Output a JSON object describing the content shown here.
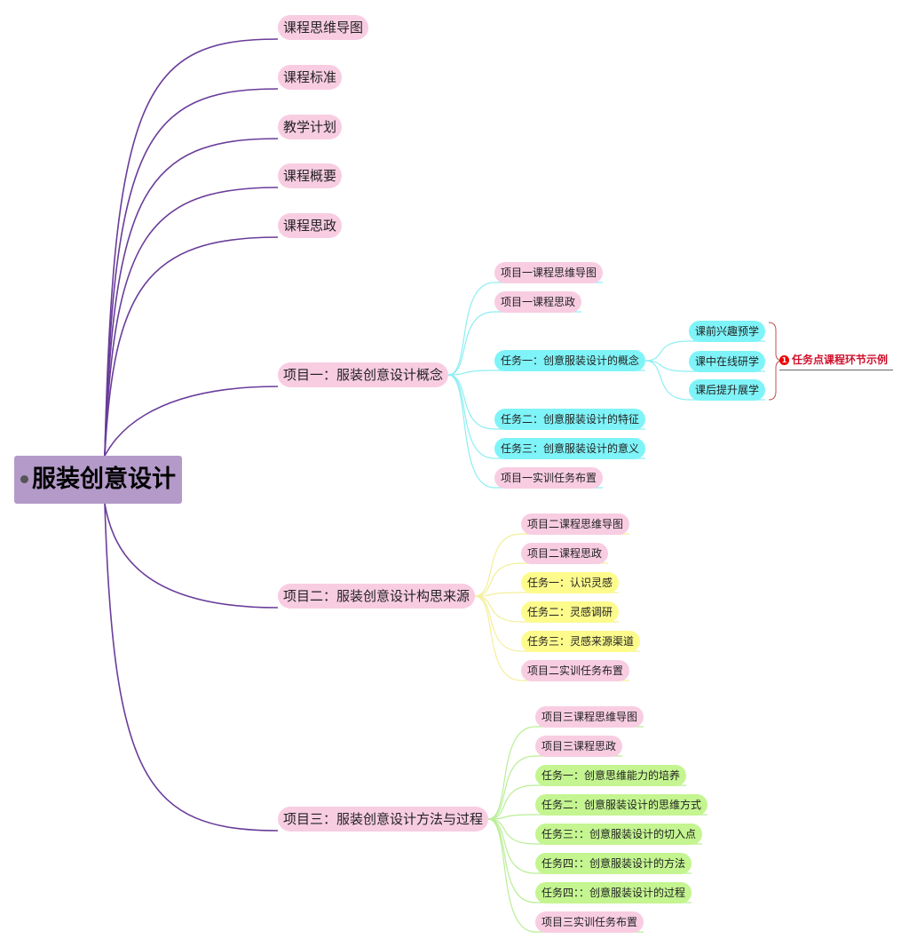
{
  "root": {
    "label": "服装创意设计"
  },
  "top_items": [
    "课程思维导图",
    "课程标准",
    "教学计划",
    "课程概要",
    "课程思政"
  ],
  "project1": {
    "label": "项目一：服装创意设计概念",
    "children": [
      "项目一课程思维导图",
      "项目一课程思政",
      "任务一：创意服装设计的概念",
      "任务二：创意服装设计的特征",
      "任务三：创意服装设计的意义",
      "项目一实训任务布置"
    ],
    "task1_children": [
      "课前兴趣预学",
      "课中在线研学",
      "课后提升展学"
    ],
    "summary": {
      "badge": "1",
      "label": "任务点课程环节示例"
    }
  },
  "project2": {
    "label": "项目二：服装创意设计构思来源",
    "children": [
      "项目二课程思维导图",
      "项目二课程思政",
      "任务一：认识灵感",
      "任务二：灵感调研",
      "任务三：灵感来源渠道",
      "项目二实训任务布置"
    ]
  },
  "project3": {
    "label": "项目三：服装创意设计方法与过程",
    "children": [
      "项目三课程思维导图",
      "项目三课程思政",
      "任务一：创意思维能力的培养",
      "任务二：创意服装设计的思维方式",
      "任务三：：创意服装设计的切入点",
      "任务四：：创意服装设计的方法",
      "任务四：：创意服装设计的过程",
      "项目三实训任务布置"
    ]
  },
  "colors": {
    "root_line": "#6a3d9a",
    "p1_line": "#8eeef2",
    "p2_line": "#f3ef9a",
    "p3_line": "#b9ee96",
    "note": "#d0102c"
  }
}
